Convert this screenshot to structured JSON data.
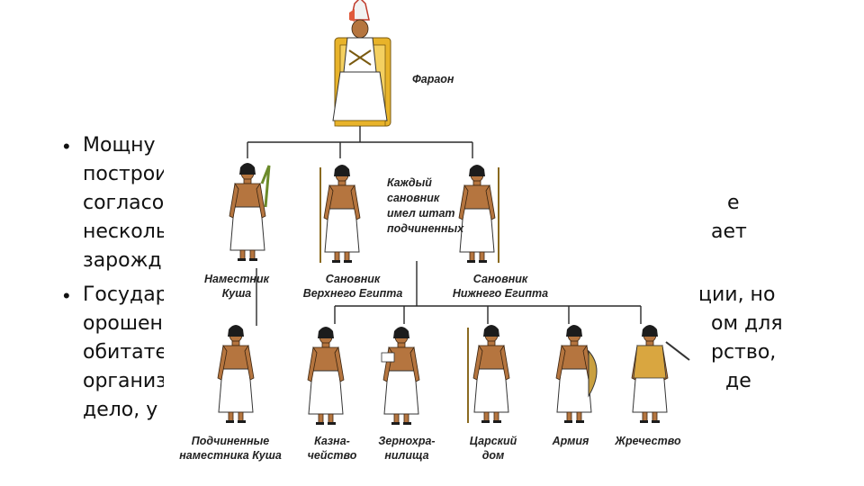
{
  "slide_text": {
    "bullet1_lines": [
      "Мощну",
      "построи",
      "согласо",
      "несколь",
      "зарожд"
    ],
    "bullet1_right": [
      "е",
      "ает"
    ],
    "bullet2_lines": [
      "Государ",
      "орошен",
      "обитате",
      "организ",
      "дело, у"
    ],
    "bullet2_right": [
      "ции, но",
      "ом для",
      "рство,",
      "де"
    ]
  },
  "hierarchy": {
    "top": {
      "label": "Фараон"
    },
    "second_level": [
      {
        "line1": "Наместник",
        "line2": "Куша"
      },
      {
        "line1": "Сановник",
        "line2": "Верхнего Египта"
      },
      {
        "line1": "Сановник",
        "line2": "Нижнего Египта"
      }
    ],
    "note": [
      "Каждый",
      "сановник",
      "имел штат",
      "подчиненных"
    ],
    "third_level": [
      {
        "line1": "Подчиненные",
        "line2": "наместника Куша"
      },
      {
        "line1": "Казна-",
        "line2": "чейство"
      },
      {
        "line1": "Зернохра-",
        "line2": "нилища"
      },
      {
        "line1": "Царский",
        "line2": "дом"
      },
      {
        "line1": "Армия",
        "line2": ""
      },
      {
        "line1": "Жречество",
        "line2": ""
      }
    ]
  },
  "colors": {
    "robe": "#ffffff",
    "skin": "#b5753f",
    "hair": "#1c1c1c",
    "throne": "#e8b32a",
    "crown": "#e05a3c",
    "line": "#2a2a2a"
  }
}
